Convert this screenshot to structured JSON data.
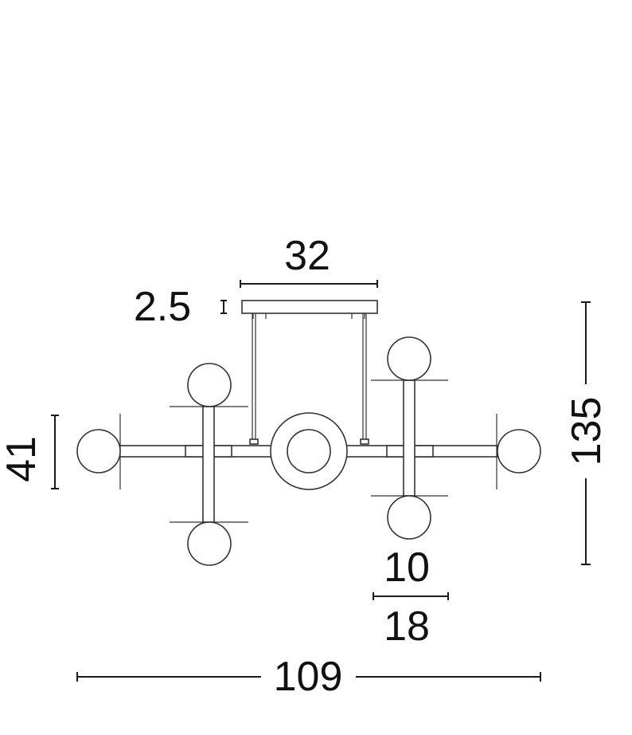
{
  "dimensions": {
    "width_total": "109",
    "canopy_width": "32",
    "canopy_height": "2.5",
    "overall_height": "135",
    "lamp_height": "41",
    "globe_diameter": "10",
    "shade_width": "18"
  },
  "colors": {
    "line": "#1a1a1a",
    "background": "#ffffff"
  }
}
